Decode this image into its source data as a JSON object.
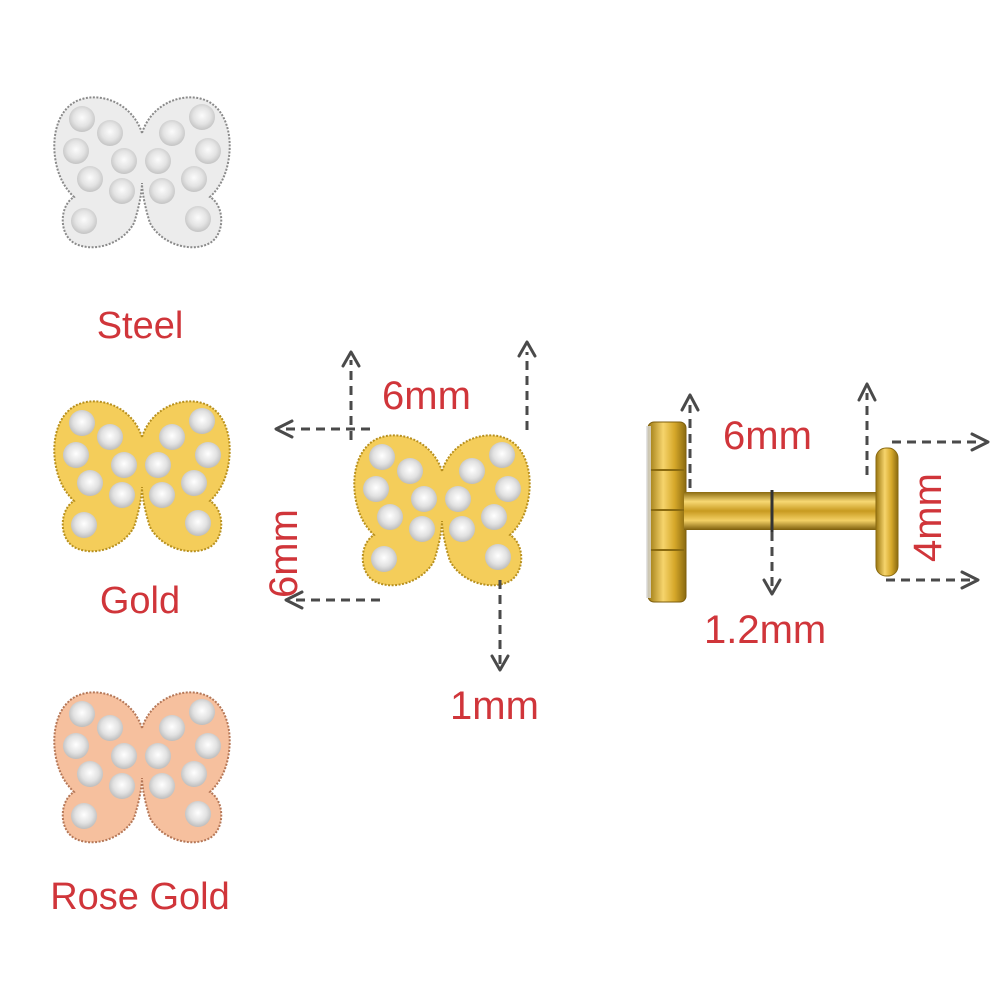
{
  "variants": [
    {
      "name": "Steel",
      "metal_color": "#e8e8e8",
      "metal_edge": "#8a8a8a",
      "bead_color": "#9a9a9a"
    },
    {
      "name": "Gold",
      "metal_color": "#f4cd5a",
      "metal_edge": "#b8901e",
      "bead_color": "#c9a02a"
    },
    {
      "name": "Rose Gold",
      "metal_color": "#f6c09e",
      "metal_edge": "#b57757",
      "bead_color": "#c88462"
    }
  ],
  "front_view": {
    "width_label": "6mm",
    "height_label": "6mm",
    "thickness_label": "1mm"
  },
  "side_view": {
    "length_label": "6mm",
    "gauge_label": "1.2mm",
    "disc_label": "4mm"
  },
  "colors": {
    "label_red": "#d0353a",
    "dimension_line": "#4a4a4a",
    "stone": "#e6e6e6"
  }
}
